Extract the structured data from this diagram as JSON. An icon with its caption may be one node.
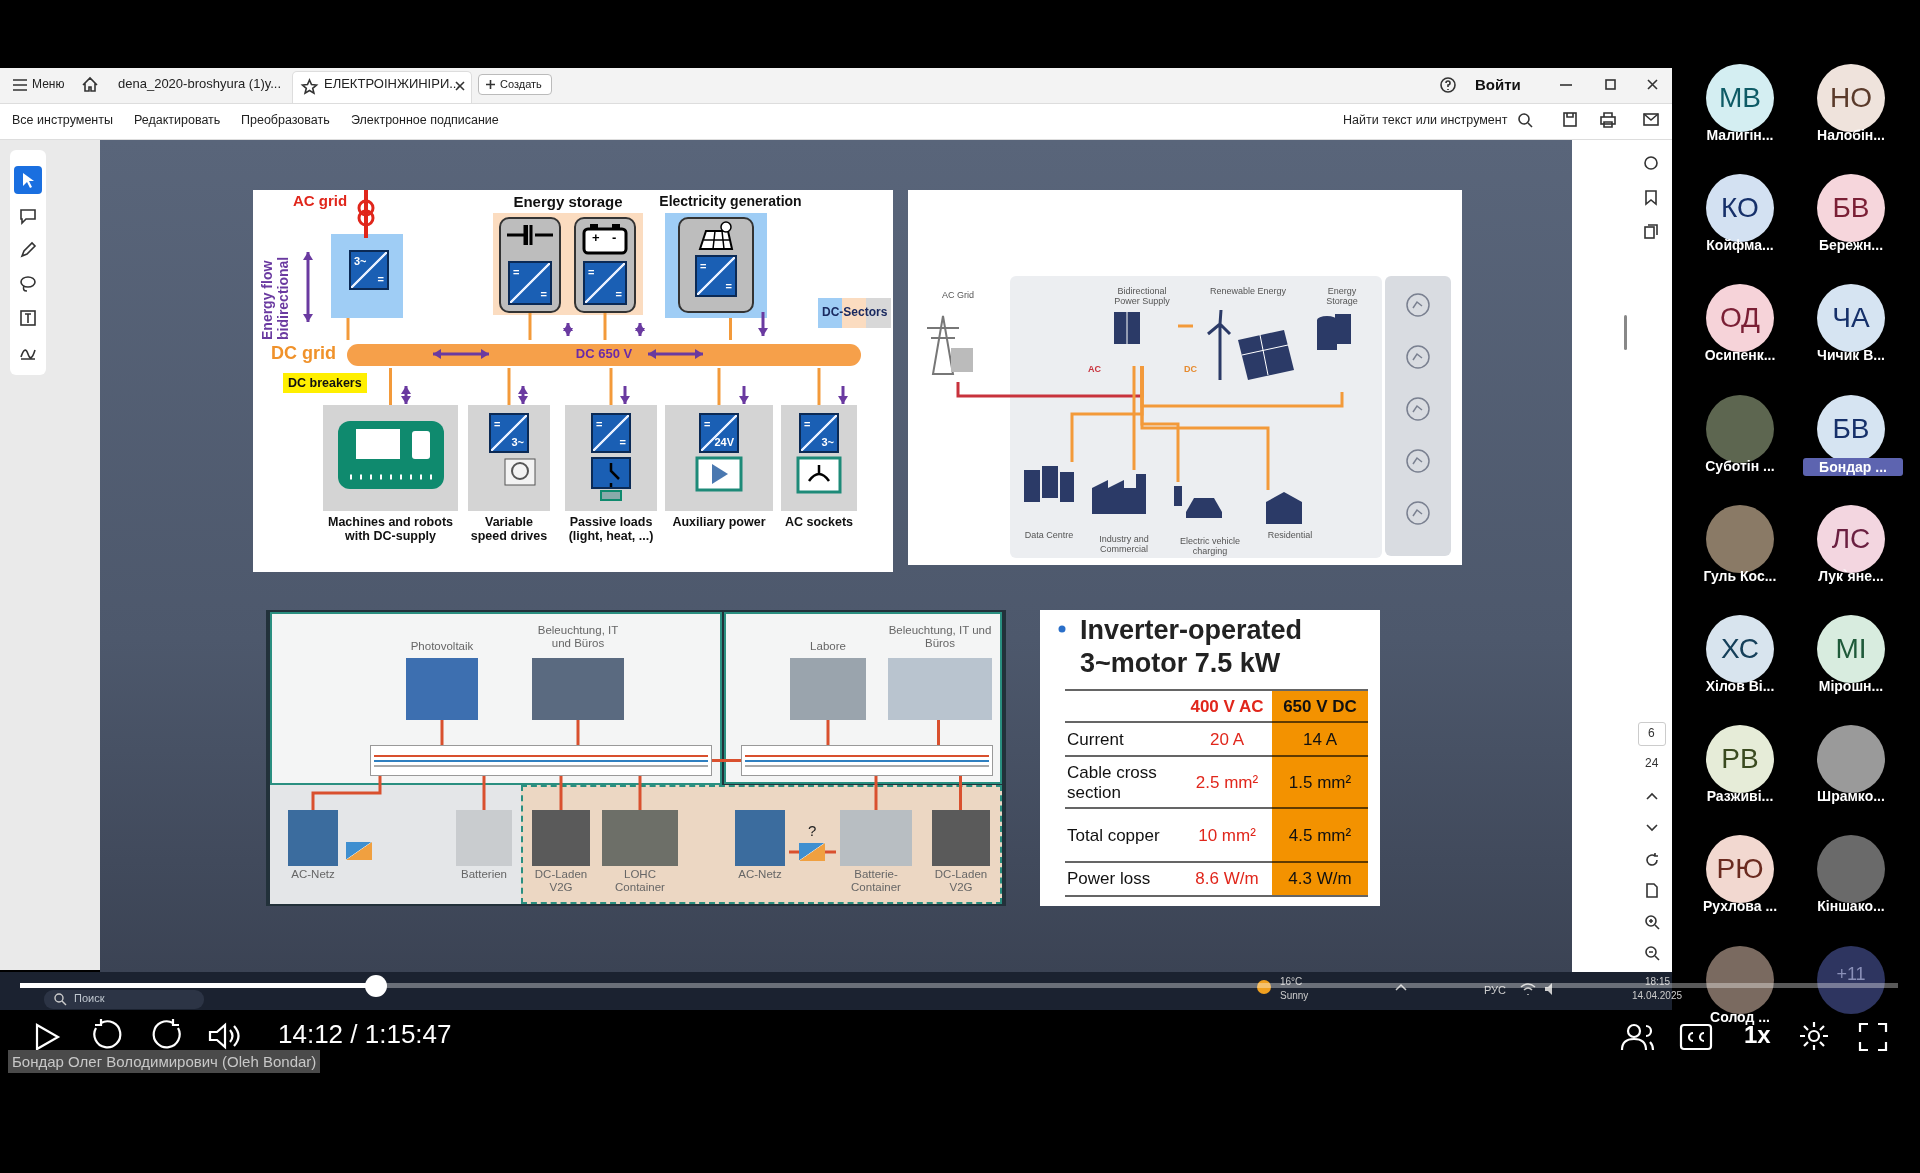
{
  "diagram": {
    "nodes": [
      {
        "text": [
          "AC grid",
          "3~",
          "="
        ]
      },
      {
        "text": [
          "Energy storage"
        ]
      },
      {
        "text": [
          "=",
          "="
        ],
        "in": 1
      },
      {
        "text": [
          "+",
          "-",
          "=",
          "="
        ],
        "in": 1
      },
      {
        "text": [
          "Electricity generation",
          "=",
          "="
        ]
      },
      {
        "text": [
          "DC grid",
          "DC 650 V"
        ]
      },
      {
        "text": [
          "Machines and robots with DC-supply"
        ]
      },
      {
        "text": [
          "=",
          "3~",
          "Variable speed drives"
        ]
      },
      {
        "text": [
          "=",
          "=",
          "Passive loads (light, heat, ...)"
        ]
      },
      {
        "text": [
          "=",
          "24V",
          "Auxiliary power"
        ]
      },
      {
        "text": [
          "=",
          "3~",
          "AC sockets"
        ]
      },
      {
        "text": [],
        "shape": "bar"
      },
      {
        "text": [],
        "shape": "bar"
      },
      {
        "text": [
          "Photovoltaik"
        ]
      },
      {
        "text": [
          "Beleuchtung, IT und Büros"
        ]
      },
      {
        "text": [
          "Labore"
        ]
      },
      {
        "text": [
          "Beleuchtung, IT und Büros"
        ]
      },
      {
        "text": [
          "AC-Netz"
        ]
      },
      {
        "text": [
          "Batterien"
        ]
      },
      {
        "text": [
          "DC-Laden V2G"
        ]
      },
      {
        "text": [
          "LOHC Container"
        ]
      },
      {
        "text": [
          "AC-Netz"
        ]
      },
      {
        "text": [
          "Batterie-Container"
        ]
      },
      {
        "text": [
          "DC-Laden V2G"
        ]
      },
      {
        "text": [
          "AC Grid"
        ]
      },
      {
        "text": [
          "Bidirectional Power Supply"
        ]
      },
      {
        "text": [
          "Renewable Energy"
        ]
      },
      {
        "text": [
          "Energy Storage"
        ]
      },
      {
        "text": [
          "Data Centre"
        ]
      },
      {
        "text": [
          "Industry and Commercial"
        ]
      },
      {
        "text": [
          "Electric vehicle charging"
        ]
      },
      {
        "text": [
          "Residential"
        ]
      }
    ],
    "edges": [
      {
        "from": 0,
        "to": 5,
        "arrow": "none"
      },
      {
        "from": 2,
        "to": 5,
        "arrow": "none"
      },
      {
        "from": 3,
        "to": 5,
        "arrow": "none"
      },
      {
        "from": 4,
        "to": 5,
        "arrow": "none"
      },
      {
        "from": 5,
        "to": 6,
        "arrow": "none"
      },
      {
        "from": 5,
        "to": 7,
        "arrow": "none"
      },
      {
        "from": 5,
        "to": 8,
        "arrow": "none"
      },
      {
        "from": 5,
        "to": 9,
        "arrow": "none"
      },
      {
        "from": 5,
        "to": 10,
        "arrow": "none"
      },
      {
        "from": 13,
        "to": 11,
        "arrow": "none",
        "color": "#d9502e"
      },
      {
        "from": 14,
        "to": 11,
        "arrow": "none",
        "color": "#d9502e"
      },
      {
        "from": 17,
        "to": 11,
        "arrow": "none",
        "color": "#d9502e"
      },
      {
        "from": 18,
        "to": 11,
        "arrow": "none",
        "color": "#d9502e"
      },
      {
        "from": 19,
        "to": 11,
        "arrow": "none",
        "color": "#d9502e"
      },
      {
        "from": 20,
        "to": 11,
        "arrow": "none",
        "color": "#d9502e"
      },
      {
        "from": 11,
        "to": 12,
        "arrow": "none",
        "color": "#d9502e"
      },
      {
        "from": 15,
        "to": 12,
        "arrow": "none",
        "color": "#d9502e"
      },
      {
        "from": 16,
        "to": 12,
        "arrow": "none",
        "color": "#d9502e"
      },
      {
        "from": 21,
        "to": 22,
        "arrow": "none",
        "color": "#d9502e"
      },
      {
        "from": 22,
        "to": 12,
        "arrow": "none",
        "color": "#d9502e"
      },
      {
        "from": 23,
        "to": 12,
        "arrow": "none",
        "color": "#d9502e"
      },
      {
        "from": 24,
        "to": 25,
        "arrow": "none",
        "color": "#c8323c"
      },
      {
        "from": 25,
        "to": 26,
        "arrow": "none"
      },
      {
        "from": 25,
        "to": 27,
        "arrow": "none"
      },
      {
        "from": 25,
        "to": 28,
        "arrow": "none"
      },
      {
        "from": 25,
        "to": 29,
        "arrow": "none"
      },
      {
        "from": 25,
        "to": 30,
        "arrow": "none"
      },
      {
        "from": 25,
        "to": 31,
        "arrow": "none"
      }
    ],
    "labels": [
      "Меню",
      "dena_2020-broshyura (1)y...",
      "ЕЛЕКТРОІНЖИНІРИ...",
      "Создать",
      "Войти",
      "Все инструменты",
      "Редактировать",
      "Преобразовать",
      "Электронное подписание",
      "Найти текст или инструмент",
      "Energy flow bidirectional",
      "DC breakers",
      "DC-Sectors",
      "AC",
      "DC",
      "?",
      "Inverter-operated 3~motor 7.5 kW",
      "400 V AC",
      "650 V DC",
      "Current",
      "20 A",
      "14 A",
      "Cable cross section",
      "2.5 mm²",
      "1.5 mm²",
      "Total copper",
      "10 mm²",
      "4.5 mm²",
      "Power loss",
      "8.6 W/m",
      "4.3 W/m",
      "6",
      "24",
      "МВ",
      "Малигін...",
      "НО",
      "Налобін...",
      "КО",
      "Койфма...",
      "БВ",
      "Бережн...",
      "ОД",
      "Осипенк...",
      "ЧА",
      "Чичик В...",
      "Суботін ...",
      "БВ",
      "Бондар ...",
      "Гуль Кос...",
      "ЛС",
      "Лук`яне...",
      "ХС",
      "Хілов Ві...",
      "МІ",
      "Мірошн...",
      "РВ",
      "Разживі...",
      "Шрамко...",
      "РЮ",
      "Рухлова ...",
      "Кіншако...",
      "Солод ...",
      "+11",
      "Поиск",
      "16°C",
      "Sunny",
      "РУС",
      "18:15",
      "14.04.2025",
      "14:12 / 1:15:47",
      "1x",
      "Бондар Олег Володимирович (Oleh Bondar)"
    ]
  }
}
